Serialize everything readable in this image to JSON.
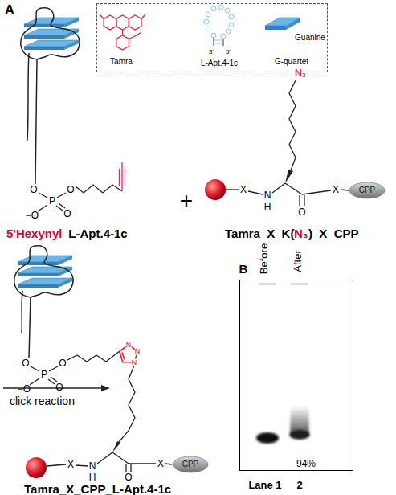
{
  "diagram": {
    "nodes": [
      {
        "text": [
          "Tamra",
          "L-Apt.4-1c",
          "3'",
          "5'",
          "Guanine",
          "G-quartet"
        ]
      },
      {
        "text": [
          "CPP"
        ]
      },
      {
        "text": [
          "CPP"
        ]
      },
      {
        "text": [
          "94%"
        ]
      }
    ],
    "labels": [
      "A",
      "5'Hexynyl",
      "_L-Apt.4-1c",
      "+",
      "N₃",
      "Tamra_X_K(",
      "N₃",
      ")_X_CPP",
      "click reaction",
      "Tamra_X_CPP_L-Apt.4-1c",
      "B",
      "Before",
      "After",
      "Lane 1",
      "2",
      "O",
      "P",
      "O",
      "−O",
      "O",
      "X",
      "N",
      "H",
      "O",
      "X",
      "O",
      "P",
      "O",
      "−O",
      "O",
      "N",
      "N",
      "N",
      "X",
      "N",
      "H",
      "O",
      "X"
    ]
  }
}
